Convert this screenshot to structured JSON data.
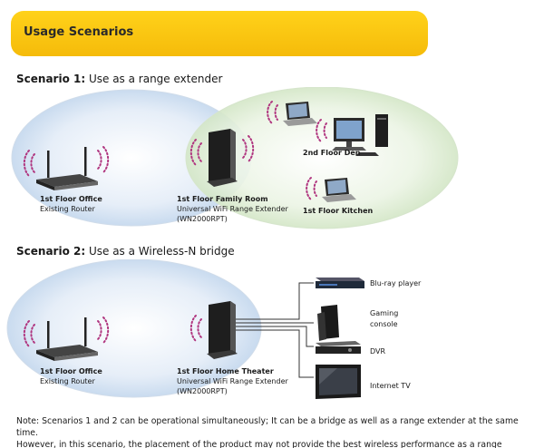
{
  "banner": {
    "title": "Usage Scenarios"
  },
  "scenario1": {
    "number": "Scenario 1:",
    "title": "Use as a range extender",
    "office_title": "1st Floor Office",
    "office_sub": "Existing Router",
    "room_title": "1st Floor Family Room",
    "room_sub1": "Universal WiFi Range Extender",
    "room_sub2": "(WN2000RPT)",
    "den": "2nd Floor Den",
    "kitchen": "1st Floor Kitchen"
  },
  "scenario2": {
    "number": "Scenario 2:",
    "title": "Use as a Wireless-N bridge",
    "office_title": "1st Floor Office",
    "office_sub": "Existing Router",
    "theater_title": "1st Floor Home Theater",
    "theater_sub1": "Universal WiFi Range Extender",
    "theater_sub2": "(WN2000RPT)",
    "devices": {
      "bluray": "Blu-ray player",
      "gaming1": "Gaming",
      "gaming2": "console",
      "dvr": "DVR",
      "tv": "Internet TV"
    }
  },
  "note": {
    "line1": "Note: Scenarios 1 and 2 can be operational simultaneously; It can be a bridge as well as a range extender at the same time.",
    "line2": "However, in this scenario, the placement of the product may not provide the best wireless performance as a range extender."
  },
  "colors": {
    "banner": "#f5bb0a",
    "bubble_blue": "#dce8f6",
    "bubble_green": "#e3f0dc",
    "wifi_waves": "#b0357f"
  }
}
